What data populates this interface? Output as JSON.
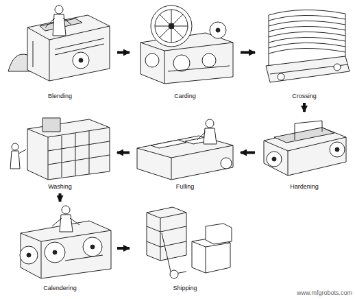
{
  "diagram": {
    "nodes": [
      {
        "text": [
          "Blending"
        ]
      },
      {
        "text": [
          "Carding"
        ]
      },
      {
        "text": [
          "Crossing"
        ]
      },
      {
        "text": [
          "Washing"
        ]
      },
      {
        "text": [
          "Fulling"
        ]
      },
      {
        "text": [
          "Hardening"
        ]
      },
      {
        "text": [
          "Calendering"
        ]
      },
      {
        "text": [
          "Shipping"
        ]
      }
    ],
    "edges": [
      {
        "from": 0,
        "to": 1,
        "arrow": "to"
      },
      {
        "from": 1,
        "to": 2,
        "arrow": "to"
      },
      {
        "from": 2,
        "to": 5,
        "arrow": "to"
      },
      {
        "from": 5,
        "to": 4,
        "arrow": "to"
      },
      {
        "from": 4,
        "to": 3,
        "arrow": "to"
      },
      {
        "from": 3,
        "to": 6,
        "arrow": "to"
      },
      {
        "from": 6,
        "to": 7,
        "arrow": "to"
      }
    ],
    "labels": [
      "www.mfgrobots.com"
    ]
  }
}
